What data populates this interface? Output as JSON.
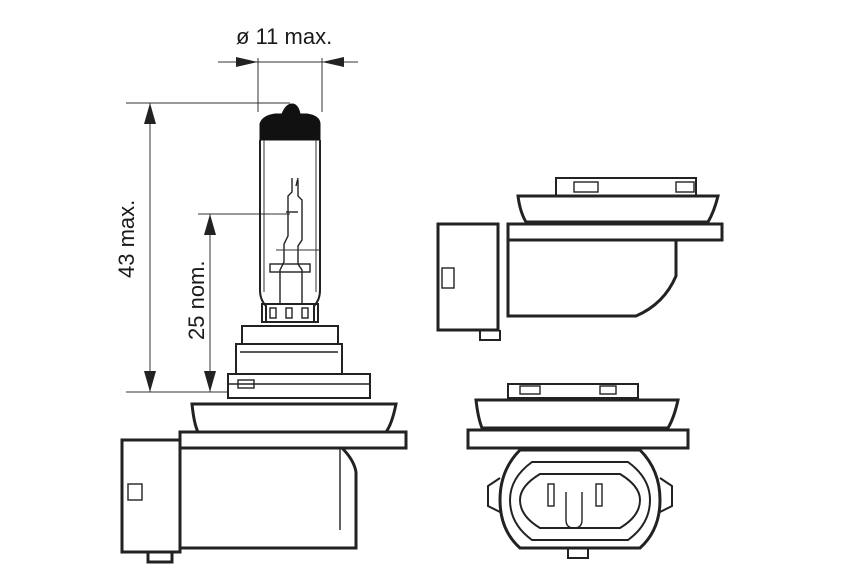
{
  "dimensions": {
    "diameter_label": "ø 11 max.",
    "overall_length_label": "43 max.",
    "light_center_label": "25 nom."
  }
}
